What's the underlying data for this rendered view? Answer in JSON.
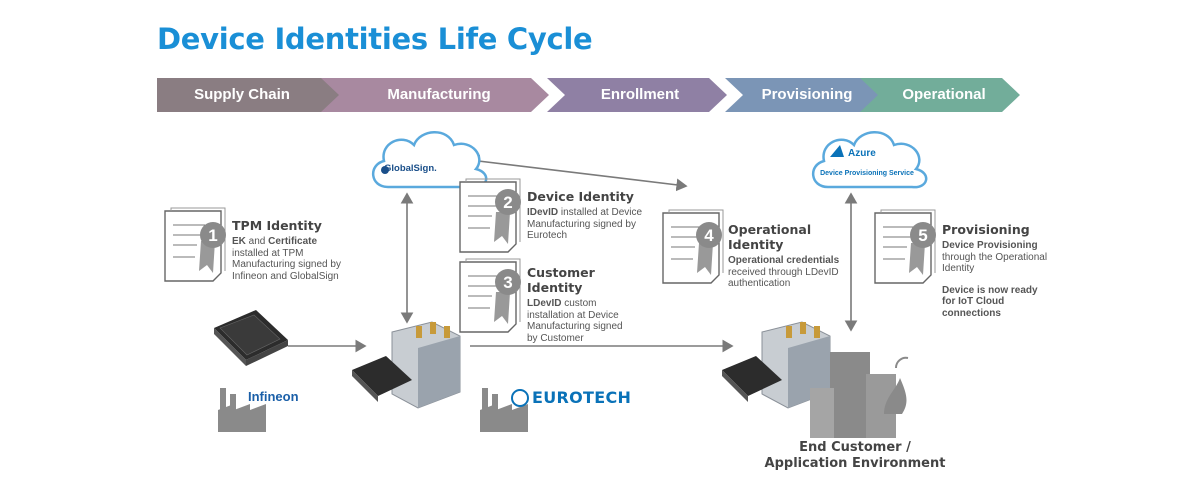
{
  "title": "Device Identities Life Cycle",
  "stages": [
    {
      "label": "Supply Chain",
      "color": "#8a7d82"
    },
    {
      "label": "Manufacturing",
      "color": "#a889a0"
    },
    {
      "label": "Enrollment",
      "color": "#8f80a4"
    },
    {
      "label": "Provisioning",
      "color": "#7b95b6"
    },
    {
      "label": "Operational",
      "color": "#72ad9a"
    }
  ],
  "steps": [
    {
      "number": "1",
      "heading": "TPM Identity",
      "lines": [
        {
          "b": "EK",
          "t": " and "
        },
        {
          "b": "Certificate",
          "t": ""
        }
      ],
      "rest": "installed at TPM Manufacturing signed by Infineon and GlobalSign"
    },
    {
      "number": "2",
      "heading": "Device Identity",
      "lines": [
        {
          "b": "IDevID",
          "t": " installed at Device Manufacturing signed by Eurotech"
        }
      ],
      "rest": ""
    },
    {
      "number": "3",
      "heading": "Customer Identity",
      "lines": [
        {
          "b": "LDevID",
          "t": " custom installation at Device Manufacturing signed by Customer"
        }
      ],
      "rest": ""
    },
    {
      "number": "4",
      "heading": "Operational Identity",
      "lines": [
        {
          "b": "Operational credentials",
          "t": ""
        }
      ],
      "rest": "received through LDevID authentication"
    },
    {
      "number": "5",
      "heading": "Provisioning",
      "lines": [
        {
          "b": "Device Provisioning",
          "t": ""
        }
      ],
      "rest": "through the Operational Identity",
      "extra": "Device is now ready for IoT Cloud connections"
    }
  ],
  "clouds": {
    "globalsign": "GlobalSign.",
    "azure": "Azure",
    "azure_sub": "Device Provisioning Service"
  },
  "brands": {
    "infineon": "Infineon",
    "eurotech": "EUROTECH"
  },
  "end_label": [
    "End Customer /",
    "Application Environment"
  ],
  "colors": {
    "title": "#1a8fd6",
    "arrow": "#7a7a7a",
    "ribbon": "#999999",
    "cloud_stroke": "#5aa9dd",
    "factory": "#8a8a8a"
  }
}
